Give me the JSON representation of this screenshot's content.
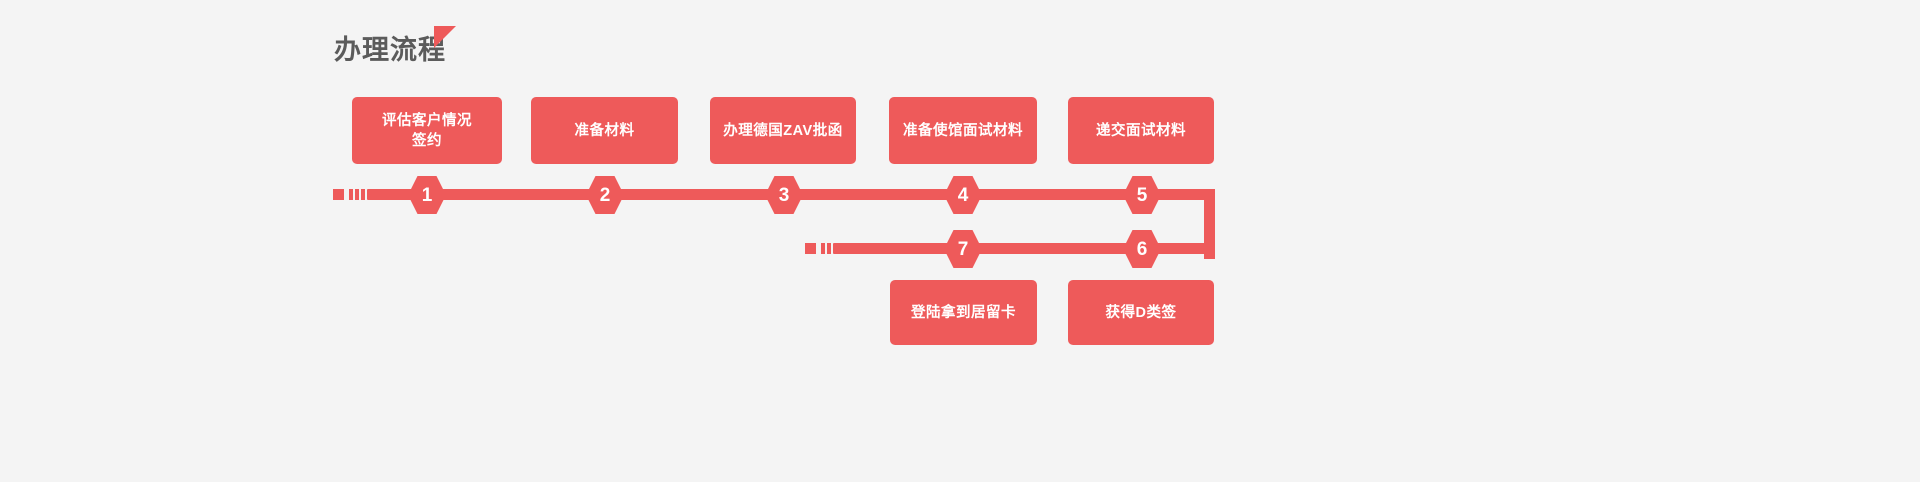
{
  "theme": {
    "background": "#f4f4f4",
    "accent": "#ee5a5a",
    "title_color": "#5b5b5b",
    "box_text_color": "#ffffff"
  },
  "header": {
    "title": "办理流程",
    "decoration": "red-triangle"
  },
  "flow": {
    "top_row_boxes": [
      {
        "label": "评估客户情况\n签约"
      },
      {
        "label": "准备材料"
      },
      {
        "label": "办理德国ZAV批函"
      },
      {
        "label": "准备使馆面试材料"
      },
      {
        "label": "递交面试材料"
      }
    ],
    "bottom_row_boxes": [
      {
        "label": "登陆拿到居留卡"
      },
      {
        "label": "获得D类签"
      }
    ],
    "top_row_steps": [
      "1",
      "2",
      "3",
      "4",
      "5"
    ],
    "bottom_row_steps": [
      "7",
      "6"
    ]
  }
}
